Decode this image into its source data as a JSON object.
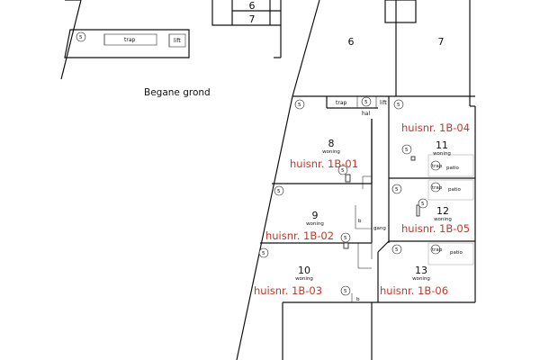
{
  "floor_caption": "Begane grond",
  "accent_color": "#c0392b",
  "upper_block": {
    "apartment_6_top": "6",
    "apartment_7_top": "7",
    "apartment_6": "6",
    "apartment_7": "7",
    "trap": "trap",
    "lift": "lift",
    "marker": "5"
  },
  "core": {
    "trap": "trap",
    "lift": "lift",
    "hal": "hal",
    "gang": "gang",
    "b_upper": "b",
    "b_lower": "b"
  },
  "units": [
    {
      "number": "8",
      "type": "woning",
      "house_nr": "huisnr. 1B-01"
    },
    {
      "number": "9",
      "type": "woning",
      "house_nr": "huisnr. 1B-02"
    },
    {
      "number": "10",
      "type": "woning",
      "house_nr": "huisnr. 1B-03"
    },
    {
      "number": "11",
      "type": "woning",
      "house_nr": "huisnr. 1B-04",
      "trap": "trap",
      "patio": "patio"
    },
    {
      "number": "12",
      "type": "woning",
      "house_nr": "huisnr. 1B-05",
      "trap": "trap",
      "patio": "patio"
    },
    {
      "number": "13",
      "type": "woning",
      "house_nr": "huisnr. 1B-06",
      "trap": "trap",
      "patio": "patio"
    }
  ],
  "marker_label": "5"
}
